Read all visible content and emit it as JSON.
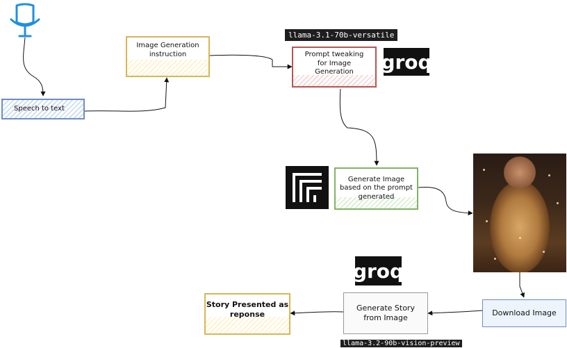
{
  "nodes": {
    "speech_to_text": "Speech to text",
    "image_gen_instruction": "Image Generation instruction",
    "prompt_tweaking": "Prompt tweaking for Image Generation",
    "generate_image": "Generate Image based on the prompt generated",
    "download_image": "Download Image",
    "generate_story": "Generate Story from Image",
    "story_presented": "Story Presented as reponse"
  },
  "labels": {
    "model_top": "llama-3.1-70b-versatile",
    "model_bottom": "llama-3.2-90b-vision-preview"
  },
  "logos": {
    "groq_top": "groq",
    "groq_bottom": "groq"
  },
  "icons": {
    "microphone": "microphone-icon",
    "flux": "flux-logo-icon"
  },
  "colors": {
    "blue": "#6c8ebf",
    "yellow": "#d6b656",
    "red": "#b85450",
    "green": "#82b366",
    "gray": "#999999",
    "mic_blue": "#1f8fe0"
  }
}
